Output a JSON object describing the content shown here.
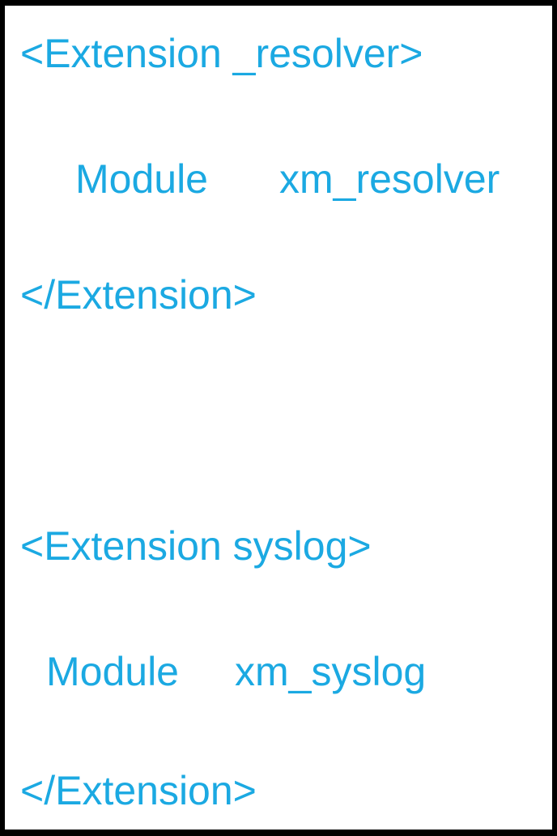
{
  "colors": {
    "accent": "#1BA9E2",
    "border": "#000000",
    "background": "#FFFFFF"
  },
  "config": {
    "blocks": [
      {
        "open_tag": "<Extension _resolver>",
        "directive": "Module",
        "value": "xm_resolver",
        "close_tag": "</Extension>"
      },
      {
        "open_tag": "<Extension syslog>",
        "directive": "Module",
        "value": "xm_syslog",
        "close_tag": "</Extension>"
      }
    ]
  }
}
